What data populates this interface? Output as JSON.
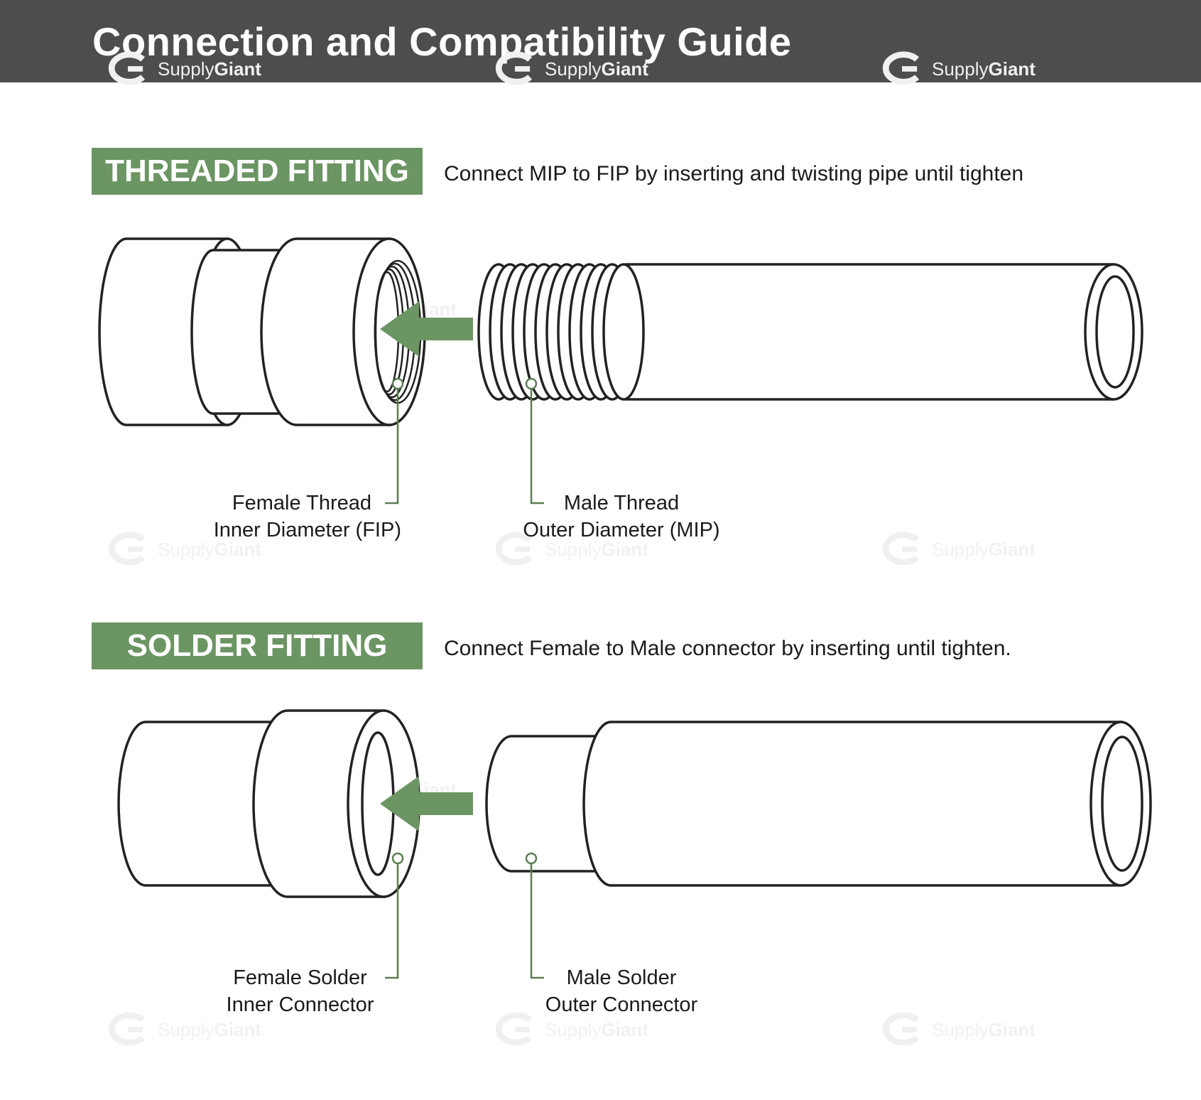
{
  "header": {
    "title": "Connection and Compatibility Guide"
  },
  "sections": [
    {
      "badge": "THREADED FITTING",
      "instruction": "Connect MIP to FIP by inserting and twisting pipe until tighten",
      "female_label": {
        "line1": "Female Thread",
        "line2": "Inner Diameter (FIP)"
      },
      "male_label": {
        "line1": "Male Thread",
        "line2": "Outer Diameter (MIP)"
      }
    },
    {
      "badge": "SOLDER FITTING",
      "instruction": "Connect Female to Male connector by inserting until tighten.",
      "female_label": {
        "line1": "Female Solder",
        "line2": "Inner Connector"
      },
      "male_label": {
        "line1": "Male Solder",
        "line2": "Outer Connector"
      }
    }
  ],
  "watermark": {
    "brand_light": "Supply",
    "brand_bold": "Giant"
  },
  "colors": {
    "header_bg": "#4d4d4d",
    "accent_green": "#6b9563",
    "line_green": "#5a7f52",
    "outline": "#222222"
  },
  "icons": [
    "arrow-left-icon",
    "supplygiant-logo-icon"
  ]
}
